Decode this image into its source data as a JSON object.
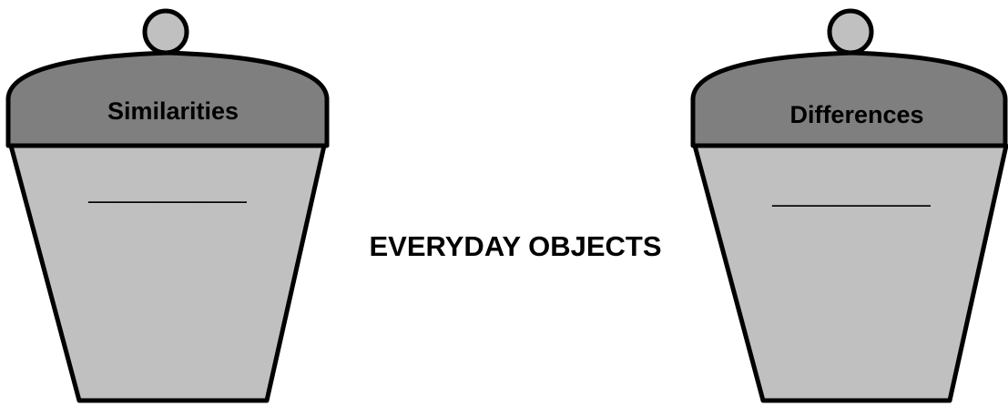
{
  "title": "EVERYDAY OBJECTS",
  "jars": [
    {
      "label": "Similarities",
      "blank": "____________"
    },
    {
      "label": "Differences",
      "blank": "____________"
    }
  ],
  "colors": {
    "lid": "#7f7f7f",
    "body": "#c0c0c0",
    "knob": "#c0c0c0",
    "outline": "#000000"
  }
}
